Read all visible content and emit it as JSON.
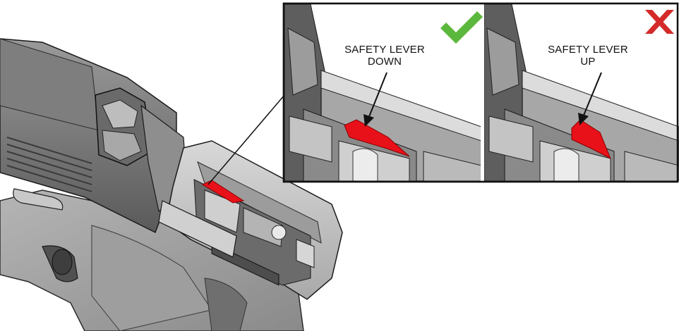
{
  "callouts": {
    "left": {
      "line1": "SAFETY LEVER",
      "line2": "DOWN",
      "status_icon": "checkmark-icon",
      "status_color": "#5cb83c"
    },
    "right": {
      "line1": "SAFETY LEVER",
      "line2": "UP",
      "status_icon": "x-mark-icon",
      "status_color": "#d42a2a"
    }
  },
  "colors": {
    "safety_lever": "#e8111a",
    "body_gray": "#8c8c8c",
    "light_gray": "#c9c9c9",
    "dark_gray": "#4a4a4a",
    "outline": "#1a1a1a"
  }
}
